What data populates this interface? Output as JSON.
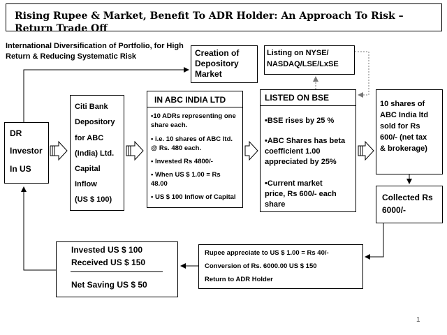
{
  "title": "Rising Rupee & Market, Benefit To ADR Holder: An Approach To Risk – Return Trade Off",
  "top_note": {
    "line1": "International Diversification of Portfolio, for High",
    "line2": "Return & Reducing Systematic Risk"
  },
  "creation_box": [
    "Creation of",
    "Depository",
    "Market"
  ],
  "listing_box": [
    "Listing on NYSE/",
    "NASDAQ/LSE/LxSE"
  ],
  "dr_box": [
    "DR",
    "Investor",
    "In US"
  ],
  "citibank_box": [
    "Citi Bank",
    "Depository",
    "for ABC",
    "(India) Ltd.",
    "Capital",
    "Inflow",
    "(US $ 100)"
  ],
  "abc_india": {
    "header": "IN ABC INDIA LTD",
    "b1": [
      "•10 ADRs representing one",
      "share each."
    ],
    "b2": [
      "• i.e. 10 shares of ABC ltd.",
      "@ Rs. 480 each."
    ],
    "b3": "• Invested Rs 4800/-",
    "b4": [
      "• When US $ 1.00 = Rs",
      "48.00"
    ],
    "b5": "• US $ 100 Inflow of Capital"
  },
  "bse": {
    "header": "LISTED ON BSE",
    "b1": "•BSE rises by 25 %",
    "b2": [
      "•ABC Shares has beta",
      "coefficient 1.00",
      "appreciated by 25%"
    ],
    "b3": [
      "•Current market",
      "price, Rs 600/- each",
      "share"
    ]
  },
  "sold_box": [
    "10 shares of",
    "ABC India ltd",
    "sold for Rs",
    "600/- (net tax",
    "& brokerage)"
  ],
  "collected_box": [
    "Collected Rs",
    "6000/-"
  ],
  "rupee_box": [
    "Rupee appreciate to US $ 1.00 = Rs 40/-",
    "Conversion of Rs. 6000.00 US $ 150",
    "Return to ADR Holder"
  ],
  "summary_box": {
    "invested": "Invested US $ 100",
    "received": "Received US $ 150",
    "net": "Net Saving US $ 50"
  },
  "page_number": "1"
}
